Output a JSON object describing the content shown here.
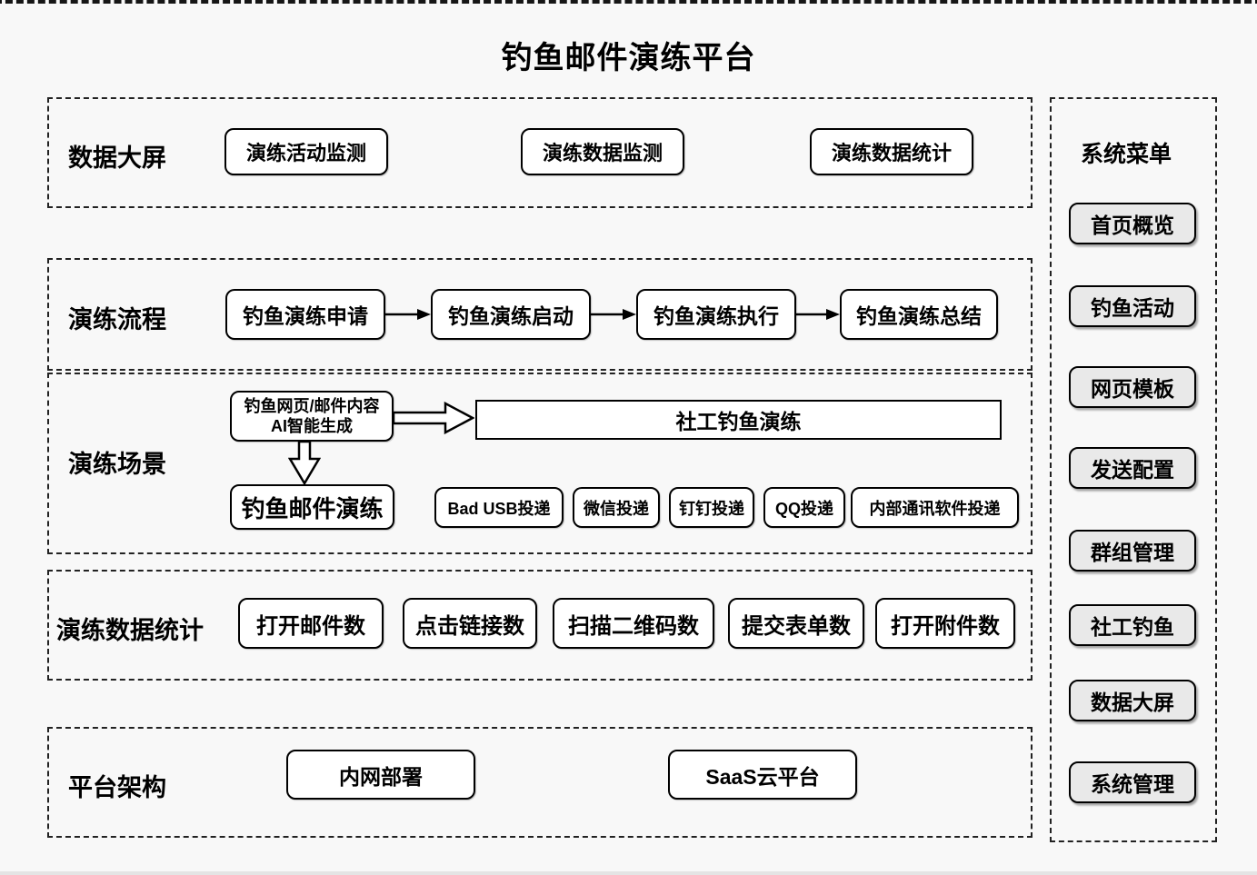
{
  "title": "钓鱼邮件演练平台",
  "colors": {
    "background": "#f8f8f8",
    "node_fill": "#ffffff",
    "border": "#000000",
    "menu_button_fill": "#e9e9e9"
  },
  "data_screen": {
    "label": "数据大屏",
    "box1": "演练活动监测",
    "box2": "演练数据监测",
    "box3": "演练数据统计"
  },
  "flow": {
    "label": "演练流程",
    "step1": "钓鱼演练申请",
    "step2": "钓鱼演练启动",
    "step3": "钓鱼演练执行",
    "step4": "钓鱼演练总结"
  },
  "scenario": {
    "label": "演练场景",
    "ai_line1": "钓鱼网页/邮件内容",
    "ai_line2": "AI智能生成",
    "social_drill": "社工钓鱼演练",
    "email_drill": "钓鱼邮件演练",
    "delivery1": "Bad USB投递",
    "delivery2": "微信投递",
    "delivery3": "钉钉投递",
    "delivery4": "QQ投递",
    "delivery5": "内部通讯软件投递"
  },
  "stats": {
    "label": "演练数据统计",
    "metric1": "打开邮件数",
    "metric2": "点击链接数",
    "metric3": "扫描二维码数",
    "metric4": "提交表单数",
    "metric5": "打开附件数"
  },
  "platform": {
    "label": "平台架构",
    "box1": "内网部署",
    "box2": "SaaS云平台"
  },
  "sidebar": {
    "title": "系统菜单",
    "items": [
      "首页概览",
      "钓鱼活动",
      "网页模板",
      "发送配置",
      "群组管理",
      "社工钓鱼",
      "数据大屏",
      "系统管理"
    ]
  }
}
